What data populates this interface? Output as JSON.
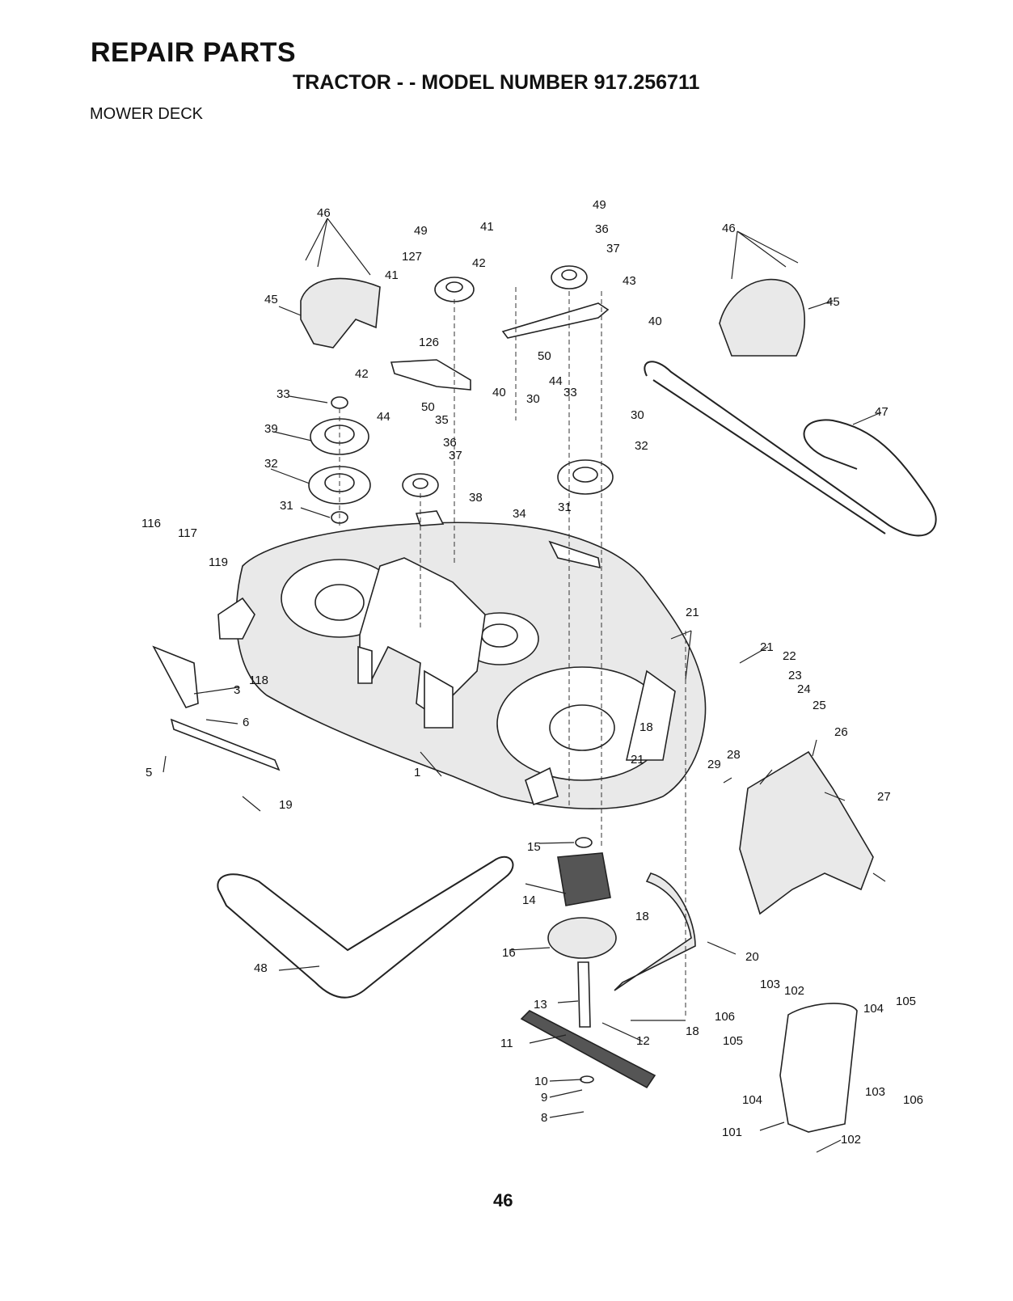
{
  "header": {
    "title": "REPAIR PARTS",
    "subtitle": "TRACTOR - - MODEL NUMBER 917.256711",
    "section": "MOWER DECK"
  },
  "page_number": "46",
  "callouts": [
    {
      "id": "c46a",
      "label": "46"
    },
    {
      "id": "c49a",
      "label": "49"
    },
    {
      "id": "c41a",
      "label": "41"
    },
    {
      "id": "c49b",
      "label": "49"
    },
    {
      "id": "c36a",
      "label": "36"
    },
    {
      "id": "c37a",
      "label": "37"
    },
    {
      "id": "c127",
      "label": "127"
    },
    {
      "id": "c42a",
      "label": "42"
    },
    {
      "id": "c41b",
      "label": "41"
    },
    {
      "id": "c43",
      "label": "43"
    },
    {
      "id": "c46b",
      "label": "46"
    },
    {
      "id": "c45a",
      "label": "45"
    },
    {
      "id": "c45b",
      "label": "45"
    },
    {
      "id": "c40a",
      "label": "40"
    },
    {
      "id": "c126",
      "label": "126"
    },
    {
      "id": "c42b",
      "label": "42"
    },
    {
      "id": "c50a",
      "label": "50"
    },
    {
      "id": "c44a",
      "label": "44"
    },
    {
      "id": "c33a",
      "label": "33"
    },
    {
      "id": "c40b",
      "label": "40"
    },
    {
      "id": "c30a",
      "label": "30"
    },
    {
      "id": "c33b",
      "label": "33"
    },
    {
      "id": "c50b",
      "label": "50"
    },
    {
      "id": "c44b",
      "label": "44"
    },
    {
      "id": "c35",
      "label": "35"
    },
    {
      "id": "c30b",
      "label": "30"
    },
    {
      "id": "c47",
      "label": "47"
    },
    {
      "id": "c39",
      "label": "39"
    },
    {
      "id": "c36b",
      "label": "36"
    },
    {
      "id": "c37b",
      "label": "37"
    },
    {
      "id": "c32a",
      "label": "32"
    },
    {
      "id": "c32b",
      "label": "32"
    },
    {
      "id": "c38",
      "label": "38"
    },
    {
      "id": "c31a",
      "label": "31"
    },
    {
      "id": "c34",
      "label": "34"
    },
    {
      "id": "c31b",
      "label": "31"
    },
    {
      "id": "c116",
      "label": "116"
    },
    {
      "id": "c117",
      "label": "117"
    },
    {
      "id": "c119",
      "label": "119"
    },
    {
      "id": "c21a",
      "label": "21"
    },
    {
      "id": "c21b",
      "label": "21"
    },
    {
      "id": "c22",
      "label": "22"
    },
    {
      "id": "c23",
      "label": "23"
    },
    {
      "id": "c24",
      "label": "24"
    },
    {
      "id": "c25",
      "label": "25"
    },
    {
      "id": "c118",
      "label": "118"
    },
    {
      "id": "c3",
      "label": "3"
    },
    {
      "id": "c6",
      "label": "6"
    },
    {
      "id": "c18a",
      "label": "18"
    },
    {
      "id": "c26",
      "label": "26"
    },
    {
      "id": "c28",
      "label": "28"
    },
    {
      "id": "c29",
      "label": "29"
    },
    {
      "id": "c21c",
      "label": "21"
    },
    {
      "id": "c5",
      "label": "5"
    },
    {
      "id": "c1",
      "label": "1"
    },
    {
      "id": "c19",
      "label": "19"
    },
    {
      "id": "c27",
      "label": "27"
    },
    {
      "id": "c15",
      "label": "15"
    },
    {
      "id": "c14",
      "label": "14"
    },
    {
      "id": "c18b",
      "label": "18"
    },
    {
      "id": "c16",
      "label": "16"
    },
    {
      "id": "c20",
      "label": "20"
    },
    {
      "id": "c48",
      "label": "48"
    },
    {
      "id": "c103a",
      "label": "103"
    },
    {
      "id": "c102a",
      "label": "102"
    },
    {
      "id": "c13",
      "label": "13"
    },
    {
      "id": "c106a",
      "label": "106"
    },
    {
      "id": "c104a",
      "label": "104"
    },
    {
      "id": "c105a",
      "label": "105"
    },
    {
      "id": "c12",
      "label": "12"
    },
    {
      "id": "c18c",
      "label": "18"
    },
    {
      "id": "c105b",
      "label": "105"
    },
    {
      "id": "c11",
      "label": "11"
    },
    {
      "id": "c10",
      "label": "10"
    },
    {
      "id": "c9",
      "label": "9"
    },
    {
      "id": "c103b",
      "label": "103"
    },
    {
      "id": "c106b",
      "label": "106"
    },
    {
      "id": "c104b",
      "label": "104"
    },
    {
      "id": "c8",
      "label": "8"
    },
    {
      "id": "c101",
      "label": "101"
    },
    {
      "id": "c102b",
      "label": "102"
    }
  ]
}
